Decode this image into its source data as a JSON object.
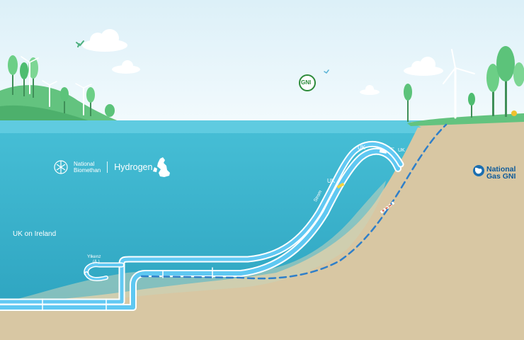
{
  "labels": {
    "brand_line1": "National",
    "brand_line2": "Biomethan",
    "brand_product": "Hydrogen",
    "region": "UK on Ireland",
    "pipe_label": "Ylkenz",
    "pipe_sublabel": "(& )",
    "uk_upper": "UK",
    "uk_right": "UK",
    "uk_right_arrows": "↔",
    "uk_lower": "UK",
    "vertical_label": "Strom",
    "badge": "GNI",
    "partner_line1": "National",
    "partner_line2": "Gas GNI"
  },
  "colors": {
    "sky": "#eaf6fb",
    "sea_surface": "#3fb8d0",
    "sea_deep": "#2aa0bd",
    "seabed": "#d8c7a3",
    "pipe": "#5fc8f2",
    "pipe_edge": "#ffffff",
    "grass": "#5fc07a",
    "accent_badge": "#2e8b3a",
    "brand_blue": "#0d5a9a"
  },
  "icons": {
    "uk_map": "uk-map-icon",
    "globe": "globe-icon",
    "brand_knot": "national-knot-icon",
    "badge": "gni-badge-icon",
    "bird": "bird-icon",
    "wind_turbine": "wind-turbine-icon"
  }
}
